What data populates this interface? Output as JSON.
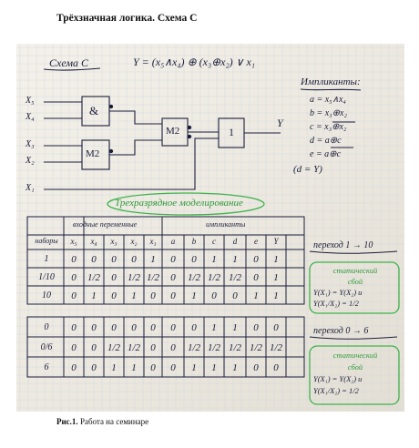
{
  "page": {
    "heading": "Трёхзначная логика. Схема С",
    "caption_label": "Рис.1.",
    "caption_text": " Работа на семинаре"
  },
  "notebook": {
    "scheme_label": "Схема C",
    "formula_lhs": "Y =",
    "formula_term1": "(x₅∧x₄)",
    "formula_op": "⊕",
    "formula_term2": "(x₃⊕x₂)",
    "formula_tail": "∨ x₁",
    "inputs": [
      "X₅",
      "X₄",
      "X₃",
      "X₂",
      "X₁"
    ],
    "gates": {
      "and": "&",
      "m2_lower": "M2",
      "m2_mid": "M2",
      "or": "1",
      "output": "Y"
    },
    "implicants_title": "Импликанты:",
    "implicants": [
      "a = x₅∧x₄",
      "b = x₃⊕x₂",
      "c = x₃⊕x₂",
      "d = a⊕c",
      "e = a⊕c",
      "(d = Y)"
    ],
    "sim_title": "Трехразрядное моделирование",
    "group_inputs": "входные переменные",
    "group_implicants": "импликанты",
    "col_headers": [
      "наборы",
      "x₅",
      "x₄",
      "x₃",
      "x₂",
      "x₁",
      "a",
      "b",
      "c",
      "d",
      "e",
      "Y"
    ],
    "table1": [
      [
        "1",
        "0",
        "0",
        "0",
        "0",
        "1",
        "0",
        "0",
        "1",
        "1",
        "0",
        "1"
      ],
      [
        "1/10",
        "0",
        "1/2",
        "0",
        "1/2",
        "1/2",
        "0",
        "1/2",
        "1/2",
        "1/2",
        "0",
        "1"
      ],
      [
        "10",
        "0",
        "1",
        "0",
        "1",
        "0",
        "0",
        "1",
        "0",
        "0",
        "1",
        "1"
      ]
    ],
    "transition1": "переход 1 → 10",
    "note1": [
      "статический",
      "сбой",
      "Y(X₁) = Y(X₂) и",
      "Y(X₁/X₂) = 1/2"
    ],
    "table2": [
      [
        "0",
        "0",
        "0",
        "0",
        "0",
        "0",
        "0",
        "0",
        "1",
        "1",
        "0",
        "0"
      ],
      [
        "0/6",
        "0",
        "0",
        "1/2",
        "1/2",
        "0",
        "0",
        "1/2",
        "1/2",
        "1/2",
        "1/2",
        "1/2"
      ],
      [
        "6",
        "0",
        "0",
        "1",
        "1",
        "0",
        "0",
        "1",
        "1",
        "1",
        "0",
        "0"
      ]
    ],
    "transition2": "переход 0 → 6",
    "note2": [
      "статический",
      "сбой",
      "Y(X₁) = Y(X₂) и",
      "Y(X₁/X₂) = 1/2"
    ],
    "ink_color": "#1a1d3a",
    "marker_color": "#3fb24a",
    "paper_color": "#efebe3"
  }
}
